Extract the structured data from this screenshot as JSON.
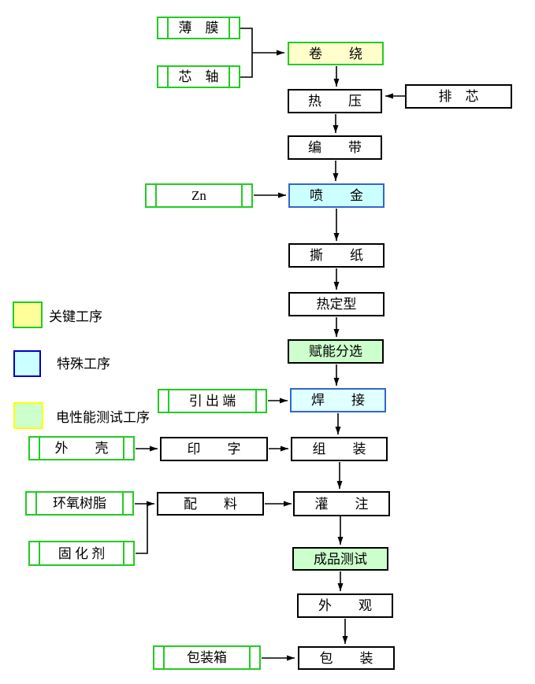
{
  "diagram": {
    "kind": "process-flowchart",
    "language": "zh-CN"
  },
  "legend": {
    "items": [
      {
        "label": "关键工序",
        "fill": "#FFFF99",
        "border": "#22CC22"
      },
      {
        "label": "特殊工序",
        "fill": "#CCFFFF",
        "border": "#0000CC"
      },
      {
        "label": "电性能测试工序",
        "fill": "#CCFFCC",
        "border": "#FFFF00"
      }
    ]
  },
  "nodes": {
    "film": {
      "label": "薄　膜",
      "type": "input"
    },
    "mandrel": {
      "label": "芯　轴",
      "type": "input"
    },
    "winding": {
      "label": "卷　　绕",
      "type": "key-process"
    },
    "hot_press": {
      "label": "热　　压",
      "type": "process"
    },
    "core_arrange": {
      "label": "排　芯",
      "type": "process"
    },
    "taping": {
      "label": "编　　带",
      "type": "process"
    },
    "zn": {
      "label": "Zn",
      "type": "input"
    },
    "metal_spray": {
      "label": "喷　　金",
      "type": "special-process"
    },
    "paper_tear": {
      "label": "撕　　纸",
      "type": "process"
    },
    "heat_setting": {
      "label": "热定型",
      "type": "process"
    },
    "energize_sort": {
      "label": "赋能分选",
      "type": "etest-process"
    },
    "lead_terminal": {
      "label": "引 出 端",
      "type": "input"
    },
    "welding": {
      "label": "焊　　接",
      "type": "special-process"
    },
    "shell": {
      "label": "外　　壳",
      "type": "input"
    },
    "printing": {
      "label": "印　　字",
      "type": "process"
    },
    "assembly": {
      "label": "组　　装",
      "type": "process"
    },
    "epoxy": {
      "label": "环氧树脂",
      "type": "input"
    },
    "batching": {
      "label": "配　　料",
      "type": "process"
    },
    "potting": {
      "label": "灌　　注",
      "type": "process"
    },
    "curing_agent": {
      "label": "固 化 剂",
      "type": "input"
    },
    "product_test": {
      "label": "成品测试",
      "type": "etest-process"
    },
    "appearance": {
      "label": "外　　观",
      "type": "process"
    },
    "packing_box": {
      "label": "包装箱",
      "type": "input"
    },
    "packing": {
      "label": "包　　装",
      "type": "process"
    }
  },
  "colors": {
    "key_process_fill": "#FFFFCC",
    "special_process_fill": "#CCFFFF",
    "etest_process_fill": "#CCFFCC",
    "input_border": "#22CC22",
    "special_border": "#3366CC",
    "line": "#000000"
  }
}
